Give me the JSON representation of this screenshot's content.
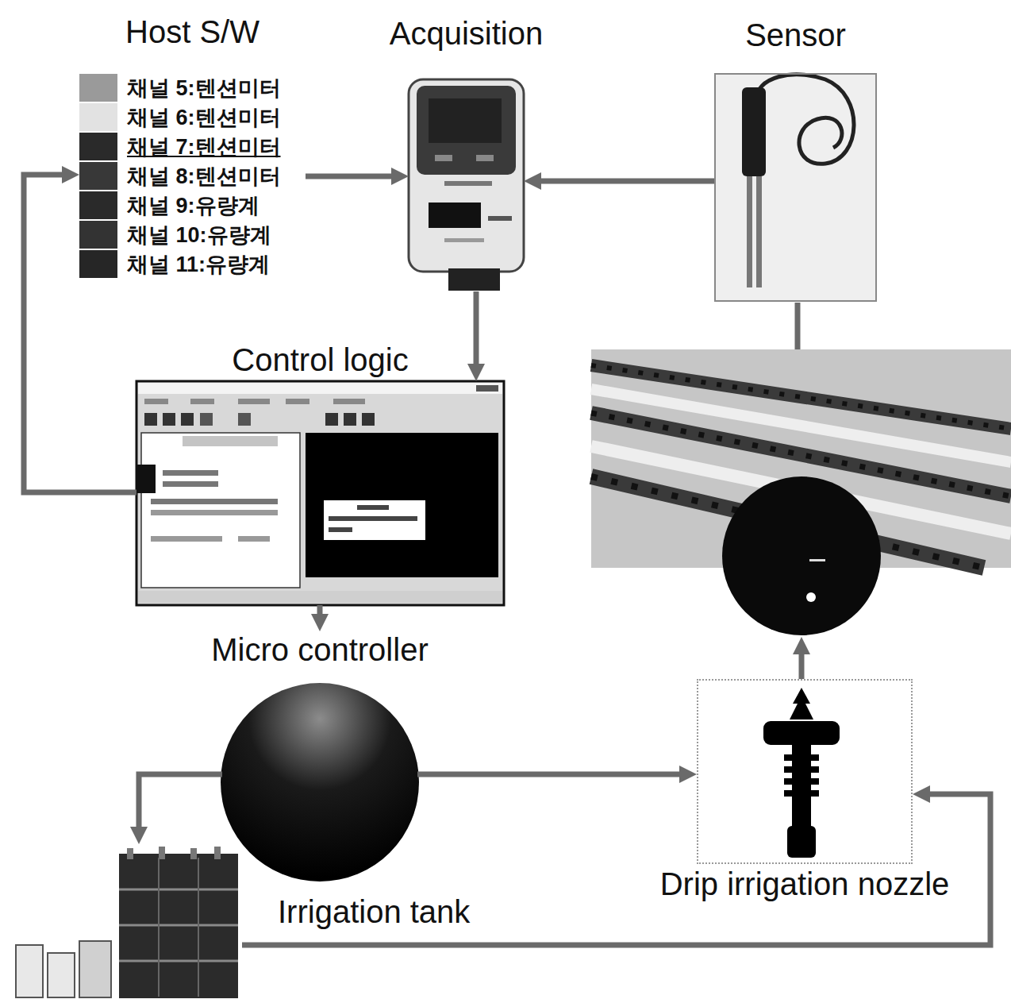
{
  "diagram": {
    "nodes": [
      {
        "text": [
          "Host S/W",
          "채널 5:텐션미터",
          "채널 6:텐션미터",
          "채널 7:텐션미터",
          "채널 8:텐션미터",
          "채널 9:유량계",
          "채널 10:유량계",
          "채널 11:유량계"
        ]
      },
      {
        "text": [
          "Acquisition"
        ]
      },
      {
        "text": [
          "Sensor"
        ]
      },
      {
        "text": [
          "Control logic"
        ]
      },
      {
        "text": [
          "Micro controller"
        ]
      },
      {
        "text": [
          "Drip irrigation nozzle"
        ]
      },
      {
        "text": [
          "Irrigation tank"
        ]
      }
    ],
    "edges": [
      {
        "from": 0,
        "to": 1,
        "arrow": "to"
      },
      {
        "from": 2,
        "to": 1,
        "arrow": "to"
      },
      {
        "from": 1,
        "to": 3,
        "arrow": "to"
      },
      {
        "from": 3,
        "to": 0,
        "arrow": "to"
      },
      {
        "from": 3,
        "to": 4,
        "arrow": "to"
      },
      {
        "from": 4,
        "to": 6,
        "arrow": "to"
      },
      {
        "from": 4,
        "to": 5,
        "arrow": "to"
      },
      {
        "from": 6,
        "to": 5,
        "arrow": "to"
      }
    ]
  }
}
